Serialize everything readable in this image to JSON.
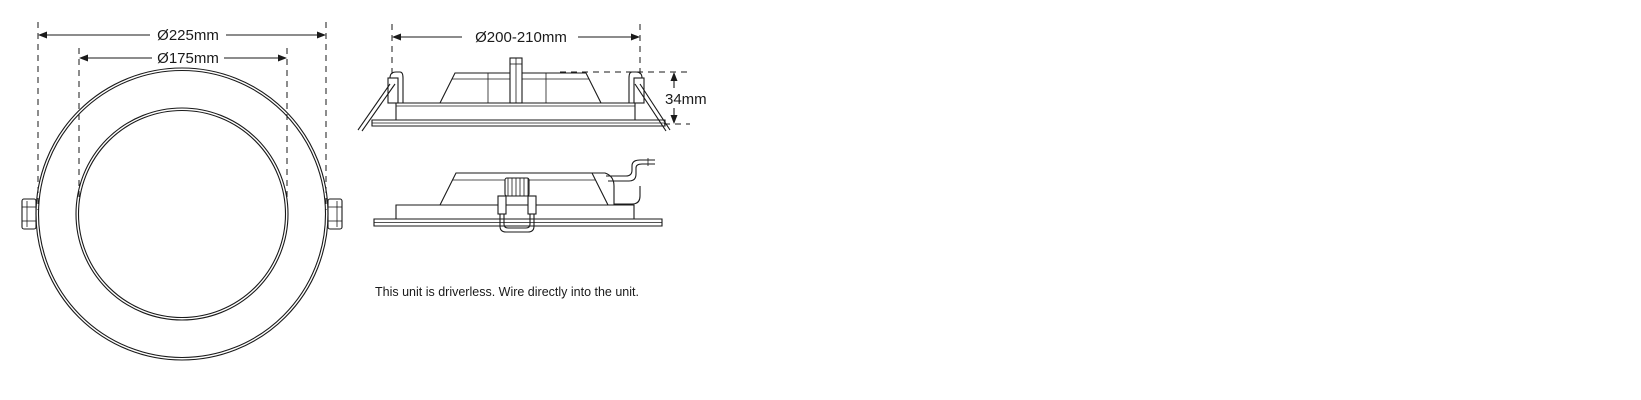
{
  "top_view": {
    "outer_diameter_label": "Ø225mm",
    "inner_diameter_label": "Ø175mm"
  },
  "side_view": {
    "cutout_label": "Ø200-210mm",
    "height_label": "34mm"
  },
  "note": "This unit is driverless. Wire directly into the unit."
}
